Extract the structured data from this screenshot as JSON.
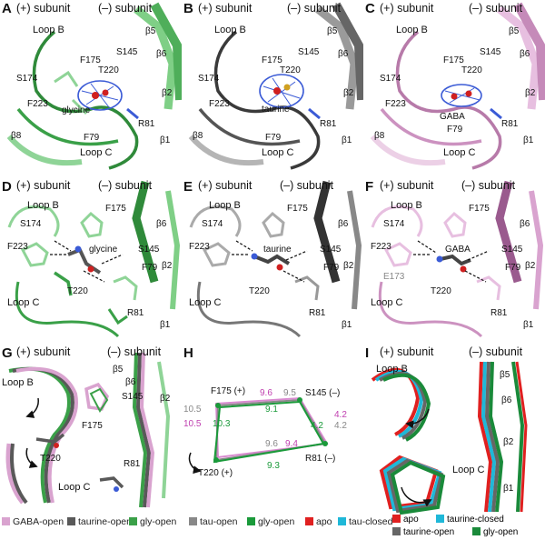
{
  "header": {
    "plus": "(+) subunit",
    "minus": "(–) subunit"
  },
  "panels": {
    "A": {
      "letter": "A",
      "ligand": "glycine"
    },
    "B": {
      "letter": "B",
      "ligand": "taurine"
    },
    "C": {
      "letter": "C",
      "ligand": "GABA"
    },
    "D": {
      "letter": "D",
      "ligand": "glycine"
    },
    "E": {
      "letter": "E",
      "ligand": "taurine"
    },
    "F": {
      "letter": "F",
      "ligand": "GABA",
      "extra": "E173"
    },
    "G": {
      "letter": "G"
    },
    "H": {
      "letter": "H"
    },
    "I": {
      "letter": "I"
    }
  },
  "labels": {
    "loop_b": "Loop B",
    "loop_c": "Loop C",
    "b1": "β1",
    "b2": "β2",
    "b5": "β5",
    "b6": "β6",
    "b8": "β8",
    "s174": "S174",
    "f175": "F175",
    "t220": "T220",
    "s145": "S145",
    "f223": "F223",
    "f79": "F79",
    "r81": "R81"
  },
  "diagram": {
    "nodes": {
      "f175": "F175 (+)",
      "s145": "S145 (–)",
      "t220": "T220 (+)",
      "r81": "R81 (–)"
    },
    "distances": {
      "top_pink": "9.6",
      "top_grey": "9.5",
      "top_green": "9.1",
      "right_pink": "4.2",
      "right_grey": "4.2",
      "right_green": "4.2",
      "left_grey": "10.5",
      "left_pink": "10.5",
      "left_green": "10.3",
      "diag_grey": "9.6",
      "diag_pink": "9.4",
      "bottom_green": "9.3"
    }
  },
  "legend_i": {
    "apo": "apo",
    "tau_closed": "taurine-closed",
    "tau_open": "taurine-open",
    "gly_open": "gly-open"
  },
  "legend": [
    "GABA-open",
    "taurine-open",
    "gly-open",
    "tau-open",
    "gly-open",
    "apo",
    "tau-closed"
  ],
  "colors": {
    "green": "#3aa048",
    "grey": "#595959",
    "pink": "#d9a3cf",
    "red": "#e02020",
    "cyan": "#1fb8d8",
    "dgreen": "#1a8a3a"
  }
}
